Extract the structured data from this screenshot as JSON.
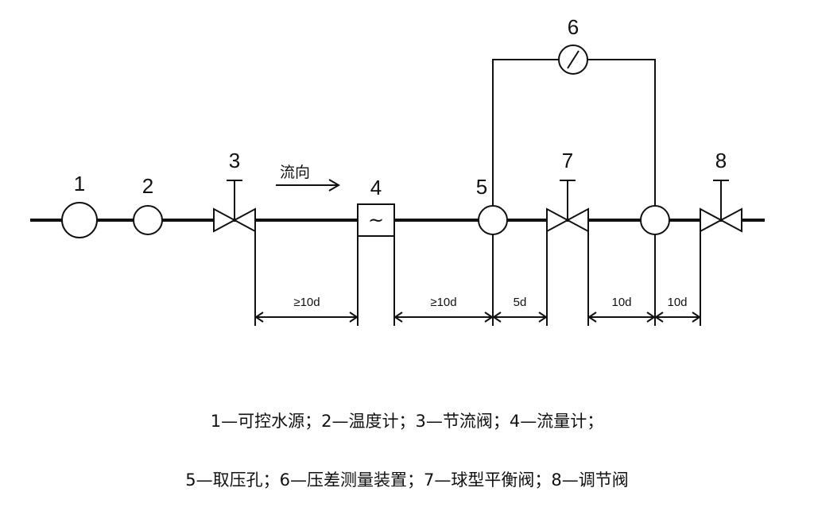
{
  "labels": {
    "n1": "1",
    "n2": "2",
    "n3": "3",
    "n4": "4",
    "n5": "5",
    "n6": "6",
    "n7": "7",
    "n8": "8"
  },
  "flow_direction": "流向",
  "flowmeter_symbol": "~",
  "dimensions": {
    "d1": "≥10d",
    "d2": "≥10d",
    "d3": "5d",
    "d4": "10d",
    "d5": "10d"
  },
  "legend": {
    "line1": "1—可控水源；2—温度计；3—节流阀；4—流量计；",
    "line2": "5—取压孔；6—压差测量装置；7—球型平衡阀；8—调节阀"
  }
}
